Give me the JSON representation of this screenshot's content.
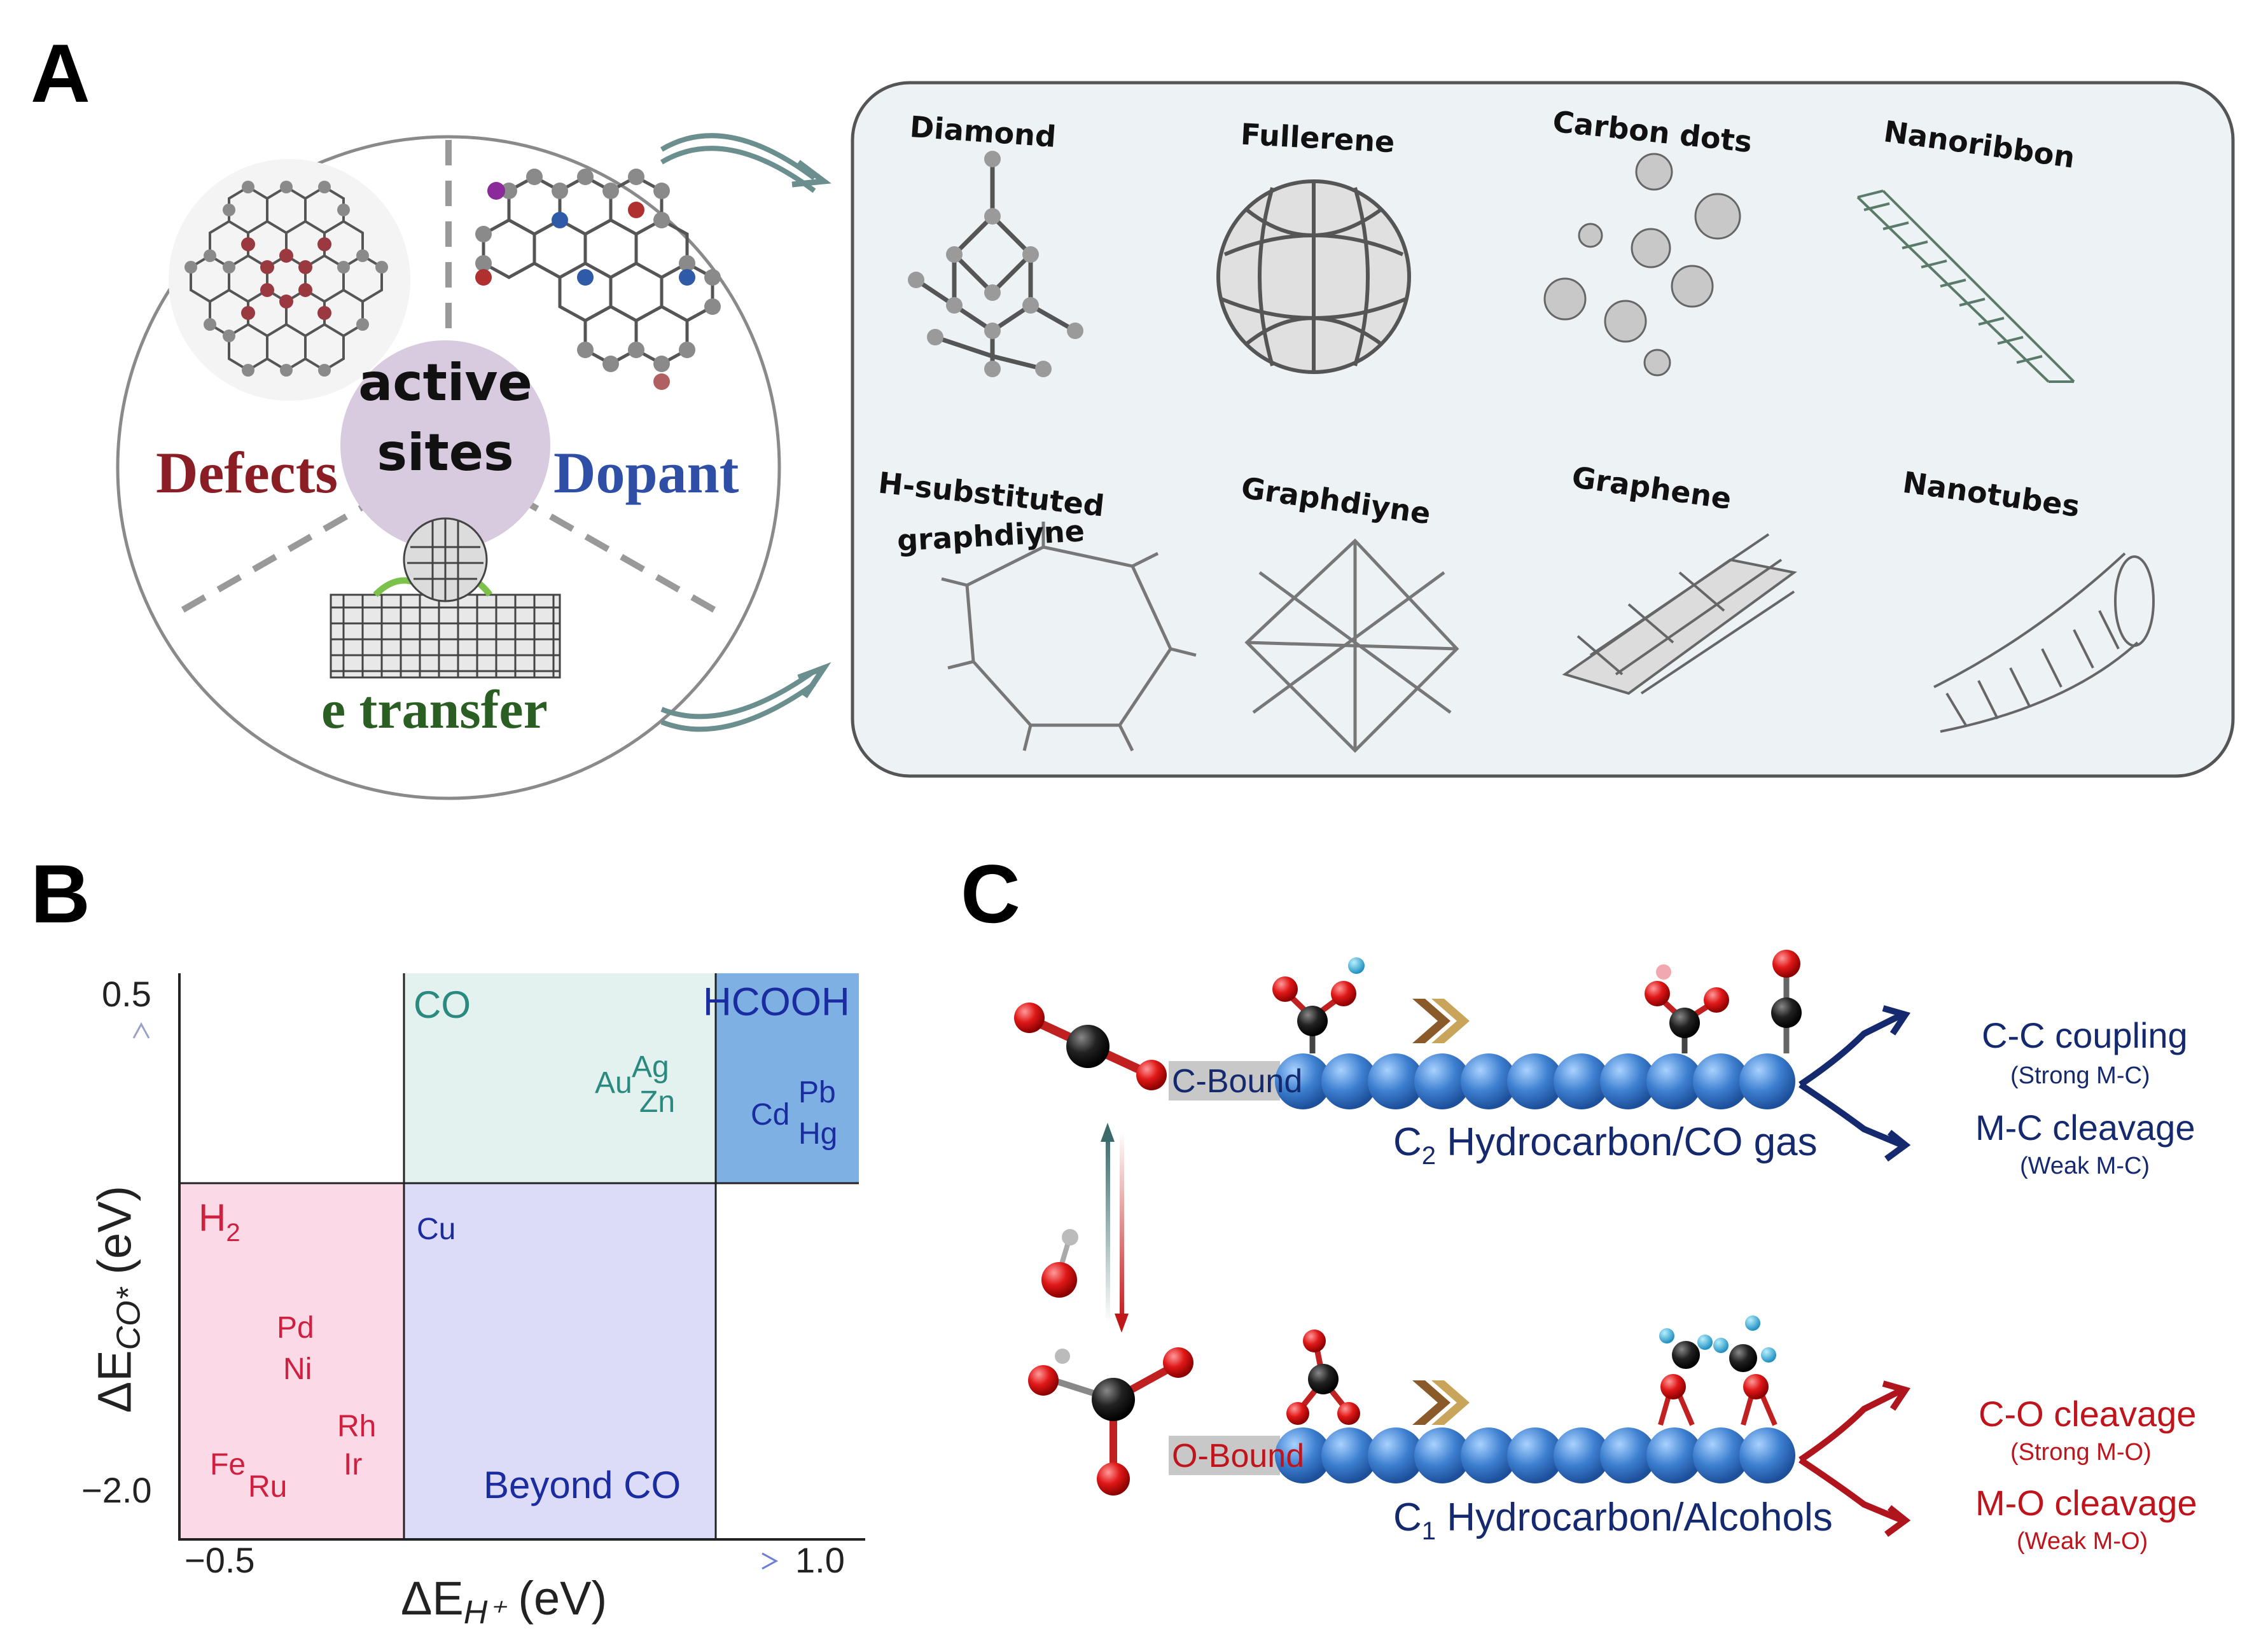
{
  "panels": {
    "a": "A",
    "b": "B",
    "c": "C"
  },
  "panel_a": {
    "center_text_1": "active",
    "center_text_2": "sites",
    "defects": "Defects",
    "dopant": "Dopant",
    "e_transfer": "e transfer",
    "structures": {
      "diamond": "Diamond",
      "fullerene": "Fullerene",
      "carbon_dots": "Carbon dots",
      "nanoribbon": "Nanoribbon",
      "hsub_1": "H-substituted",
      "hsub_2": "graphdiyne",
      "graphdiyne": "Graphdiyne",
      "graphene": "Graphene",
      "nanotubes": "Nanotubes"
    },
    "colors": {
      "defects": "#8b1e24",
      "dopant": "#2f4ea5",
      "e_transfer": "#2a5e23",
      "center": "#d8cbe0"
    }
  },
  "panel_b": {
    "y_tick_top": "0.5",
    "y_tick_bottom": "−2.0",
    "x_tick_left": "−0.5",
    "x_tick_right": "1.0",
    "y_label_main": "ΔE",
    "y_label_sub": "CO*",
    "y_label_unit": "(eV)",
    "x_label_main": "ΔE",
    "x_label_sub": "H⁺",
    "x_label_unit": "(eV)",
    "regions": {
      "co": "CO",
      "hcooh": "HCOOH",
      "h2_main": "H",
      "h2_sub": "2",
      "beyond_co": "Beyond CO"
    },
    "metals": {
      "au": "Au",
      "ag": "Ag",
      "zn": "Zn",
      "cd": "Cd",
      "pb": "Pb",
      "hg": "Hg",
      "cu": "Cu",
      "pd": "Pd",
      "ni": "Ni",
      "rh": "Rh",
      "ir": "Ir",
      "fe": "Fe",
      "ru": "Ru"
    },
    "colors": {
      "co_region": "#e3f1ef",
      "hcooh_region": "#7fb0e3",
      "h2_region": "#fbd9e6",
      "beyond_region": "#dcdcf9"
    }
  },
  "panel_c": {
    "c_bound": "C-Bound",
    "o_bound": "O-Bound",
    "c2_main": "C",
    "c2_sub": "2",
    "c2_rest": " Hydrocarbon/CO gas",
    "c1_main": "C",
    "c1_sub": "1",
    "c1_rest": " Hydrocarbon/Alcohols",
    "cc_coupling": "C-C coupling",
    "strong_mc": "(Strong M-C)",
    "mc_cleavage": "M-C cleavage",
    "weak_mc": "(Weak M-C)",
    "co_cleavage": "C-O cleavage",
    "strong_mo": "(Strong M-O)",
    "mo_cleavage": "M-O cleavage",
    "weak_mo": "(Weak M-O)",
    "colors": {
      "blue_text": "#1a2a7a",
      "red_text": "#c0141c",
      "sphere": "#3d7fd0"
    }
  }
}
